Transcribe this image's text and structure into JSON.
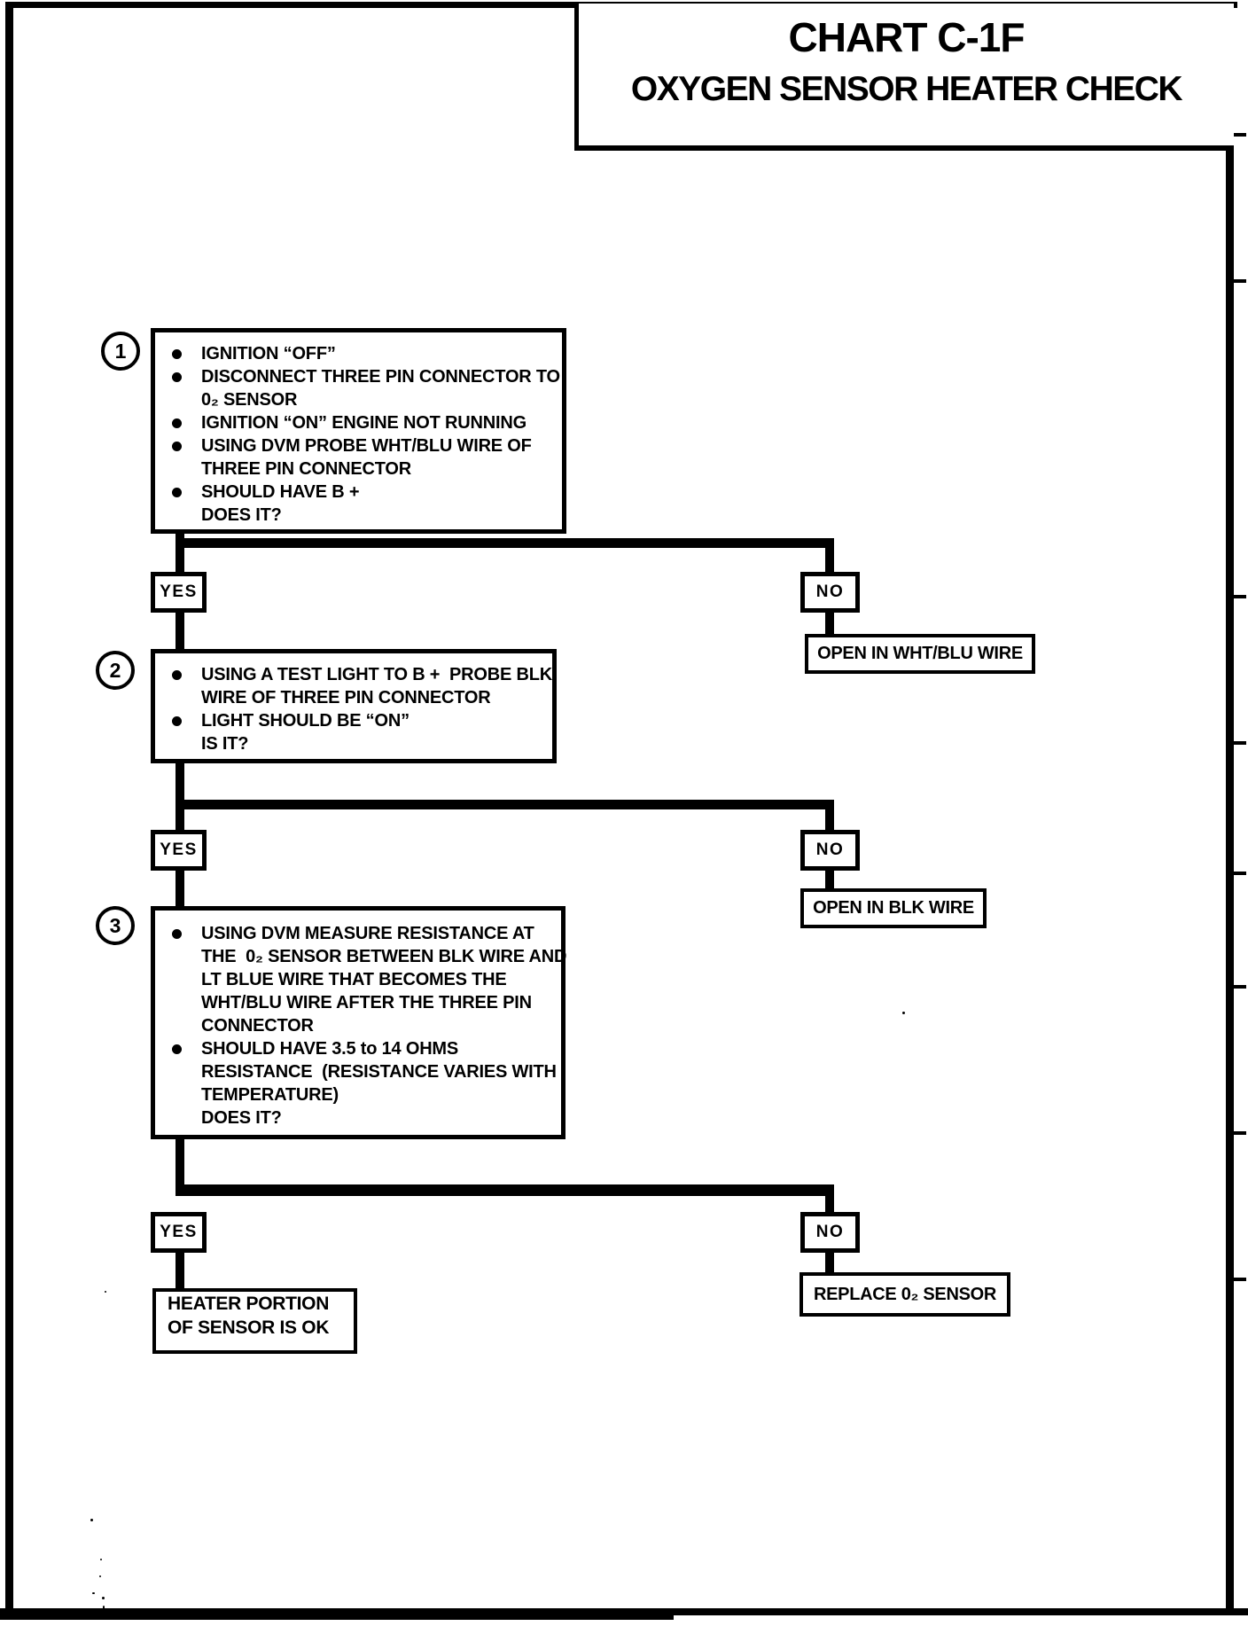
{
  "page": {
    "colors": {
      "ink": "#000000",
      "paper": "#ffffff"
    }
  },
  "title": {
    "chart": "CHART C-1F",
    "subtitle": "OXYGEN SENSOR HEATER CHECK"
  },
  "steps": [
    {
      "number": "1",
      "bullets": [
        {
          "lines": [
            "IGNITION “OFF”"
          ]
        },
        {
          "lines": [
            "DISCONNECT THREE PIN CONNECTOR TO",
            "0₂ SENSOR"
          ]
        },
        {
          "lines": [
            "IGNITION “ON” ENGINE NOT RUNNING"
          ]
        },
        {
          "lines": [
            "USING DVM PROBE WHT/BLU WIRE OF",
            "THREE PIN CONNECTOR"
          ]
        },
        {
          "lines": [
            "SHOULD HAVE B +",
            "DOES IT?"
          ]
        }
      ]
    },
    {
      "number": "2",
      "bullets": [
        {
          "lines": [
            "USING A TEST LIGHT TO B +  PROBE BLK",
            "WIRE OF THREE PIN CONNECTOR"
          ]
        },
        {
          "lines": [
            "LIGHT SHOULD BE “ON”",
            "IS IT?"
          ]
        }
      ]
    },
    {
      "number": "3",
      "bullets": [
        {
          "lines": [
            "USING DVM MEASURE RESISTANCE AT",
            "THE  0₂ SENSOR BETWEEN BLK WIRE AND",
            "LT BLUE WIRE THAT BECOMES THE",
            "WHT/BLU WIRE AFTER THE THREE PIN",
            "CONNECTOR"
          ]
        },
        {
          "lines": [
            "SHOULD HAVE 3.5 to 14 OHMS",
            "RESISTANCE  (RESISTANCE VARIES WITH",
            "TEMPERATURE)",
            "DOES IT?"
          ]
        }
      ]
    }
  ],
  "decisions": [
    {
      "yes": "YES",
      "no": "NO",
      "no_outcome": "OPEN IN WHT/BLU WIRE"
    },
    {
      "yes": "YES",
      "no": "NO",
      "no_outcome": "OPEN IN BLK WIRE"
    },
    {
      "yes": "YES",
      "no": "NO"
    }
  ],
  "outcomes": {
    "heater_ok": {
      "lines": [
        "HEATER PORTION",
        "OF SENSOR IS OK"
      ]
    },
    "replace": "REPLACE 0₂ SENSOR"
  }
}
